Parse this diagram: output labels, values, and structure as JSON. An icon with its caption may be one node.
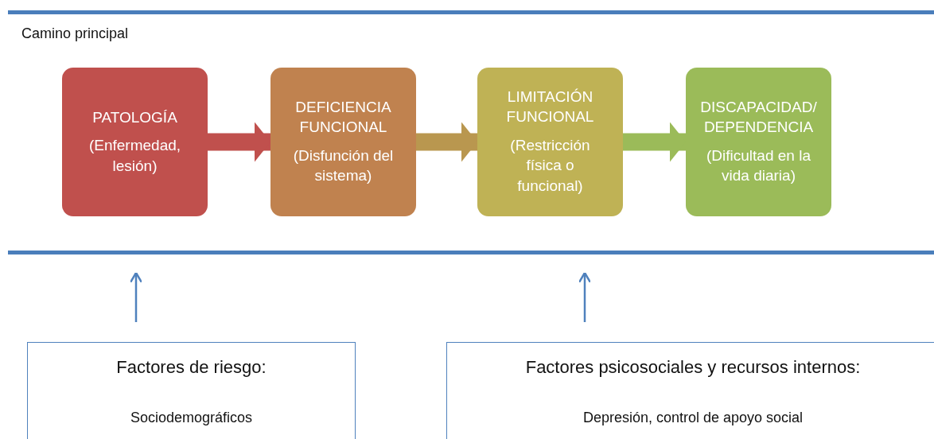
{
  "diagram": {
    "nodes": [
      {
        "text": [
          "Camino principal"
        ]
      },
      {
        "text": [
          "PATOLOGÍA",
          "(Enfermedad, lesión)"
        ],
        "in": 0
      },
      {
        "text": [
          "DEFICIENCIA FUNCIONAL",
          "(Disfunción del sistema)"
        ],
        "in": 0
      },
      {
        "text": [
          "LIMITACIÓN FUNCIONAL",
          "(Restricción física o funcional)"
        ],
        "in": 0
      },
      {
        "text": [
          "DISCAPACIDAD/ DEPENDENCIA",
          "(Dificultad en la vida diaria)"
        ],
        "in": 0
      },
      {
        "text": [
          "Factores de riesgo:",
          "Sociodemográficos"
        ]
      },
      {
        "text": [
          "Factores psicosociales y recursos internos:",
          "Depresión, control de apoyo social"
        ]
      }
    ],
    "edges": [
      {
        "from": 1,
        "to": 2,
        "arrow": "to",
        "color": "#c0504d"
      },
      {
        "from": 2,
        "to": 3,
        "arrow": "to",
        "color": "#b9974f"
      },
      {
        "from": 3,
        "to": 4,
        "arrow": "to",
        "color": "#9bbb59"
      },
      {
        "from": 5,
        "to": 0,
        "arrow": "to"
      },
      {
        "from": 6,
        "to": 0,
        "arrow": "to"
      }
    ]
  }
}
